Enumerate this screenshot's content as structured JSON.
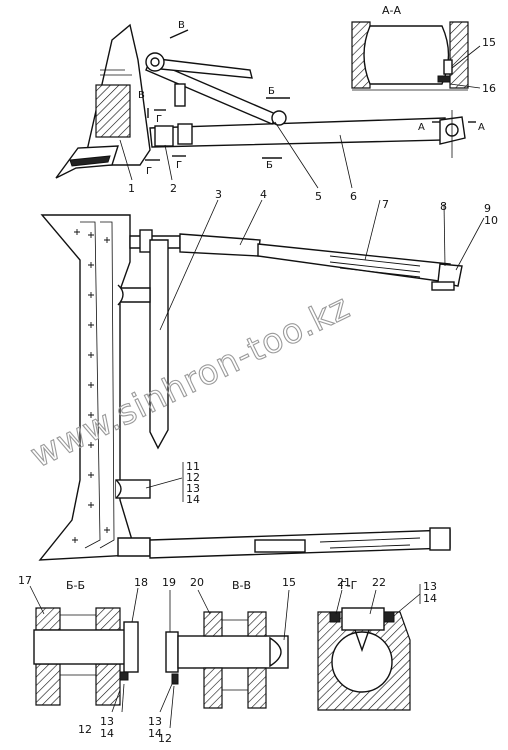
{
  "watermark": "www.sinhron-too.kz",
  "callouts": {
    "c1": "1",
    "c2": "2",
    "c3": "3",
    "c4": "4",
    "c5": "5",
    "c6": "6",
    "c7": "7",
    "c8": "8",
    "c9": "9",
    "c10": "10",
    "c11": "11",
    "c12": "12",
    "c13": "13",
    "c14": "14",
    "c15": "15",
    "c16": "16",
    "c17": "17",
    "c18": "18",
    "c19": "19",
    "c20": "20",
    "c21": "21",
    "c22": "22",
    "c12b": "12",
    "c13b": "13",
    "c14b": "14",
    "c12c": "12",
    "c13c": "13",
    "c14c": "14",
    "c13d": "13",
    "c14d": "14",
    "c15b": "15"
  },
  "section_marks": {
    "aa_title": "А-А",
    "bb_title": "Б-Б",
    "vv_title": "В-В",
    "gg_title": "Г-Г",
    "mark_a1": "А",
    "mark_a2": "А",
    "mark_b1": "Б",
    "mark_b2": "Б",
    "mark_v1": "В",
    "mark_v2": "В",
    "mark_g1": "Г",
    "mark_g2": "Г",
    "mark_g3": "Г"
  },
  "colors": {
    "ink": "#111111",
    "watermark": "#9a9a9a",
    "paper": "#ffffff"
  }
}
